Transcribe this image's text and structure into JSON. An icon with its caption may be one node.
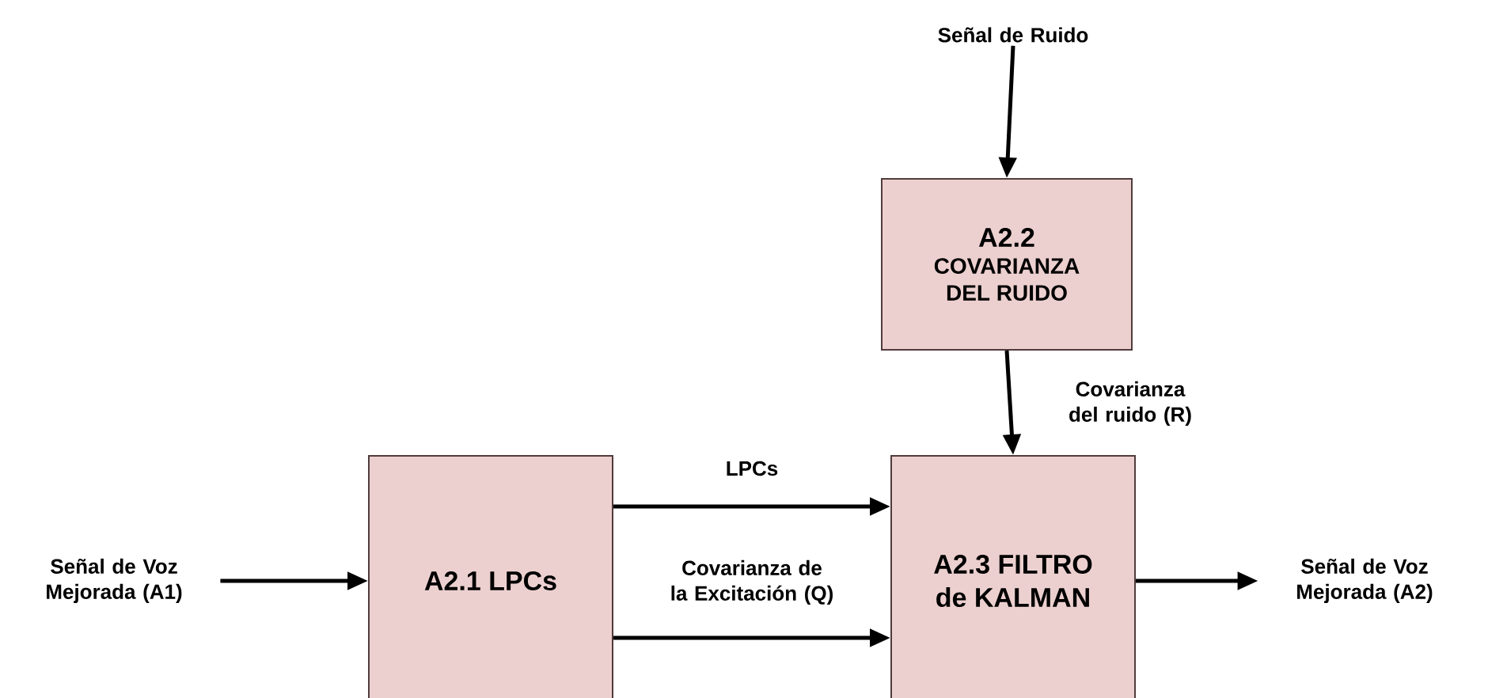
{
  "diagram": {
    "nodes": [
      {
        "text": [
          "Señal de Ruido"
        ]
      },
      {
        "text": [
          "A2.2",
          "COVARIANZA DEL RUIDO"
        ]
      },
      {
        "text": [
          "Señal de Voz Mejorada (A1)"
        ]
      },
      {
        "text": [
          "A2.1 LPCs"
        ]
      },
      {
        "text": [
          "A2.3 FILTRO de KALMAN"
        ]
      },
      {
        "text": [
          "Señal de Voz Mejorada (A2)"
        ]
      }
    ],
    "edges": [
      {
        "from": 0,
        "to": 1,
        "arrow": "to"
      },
      {
        "from": 1,
        "to": 4,
        "arrow": "to",
        "label": "Covarianza del ruido (R)"
      },
      {
        "from": 2,
        "to": 3,
        "arrow": "to"
      },
      {
        "from": 3,
        "to": 4,
        "arrow": "to",
        "label": "LPCs"
      },
      {
        "from": 3,
        "to": 4,
        "arrow": "to",
        "label": "Covarianza de la Excitación (Q)"
      },
      {
        "from": 4,
        "to": 5,
        "arrow": "to"
      }
    ]
  }
}
